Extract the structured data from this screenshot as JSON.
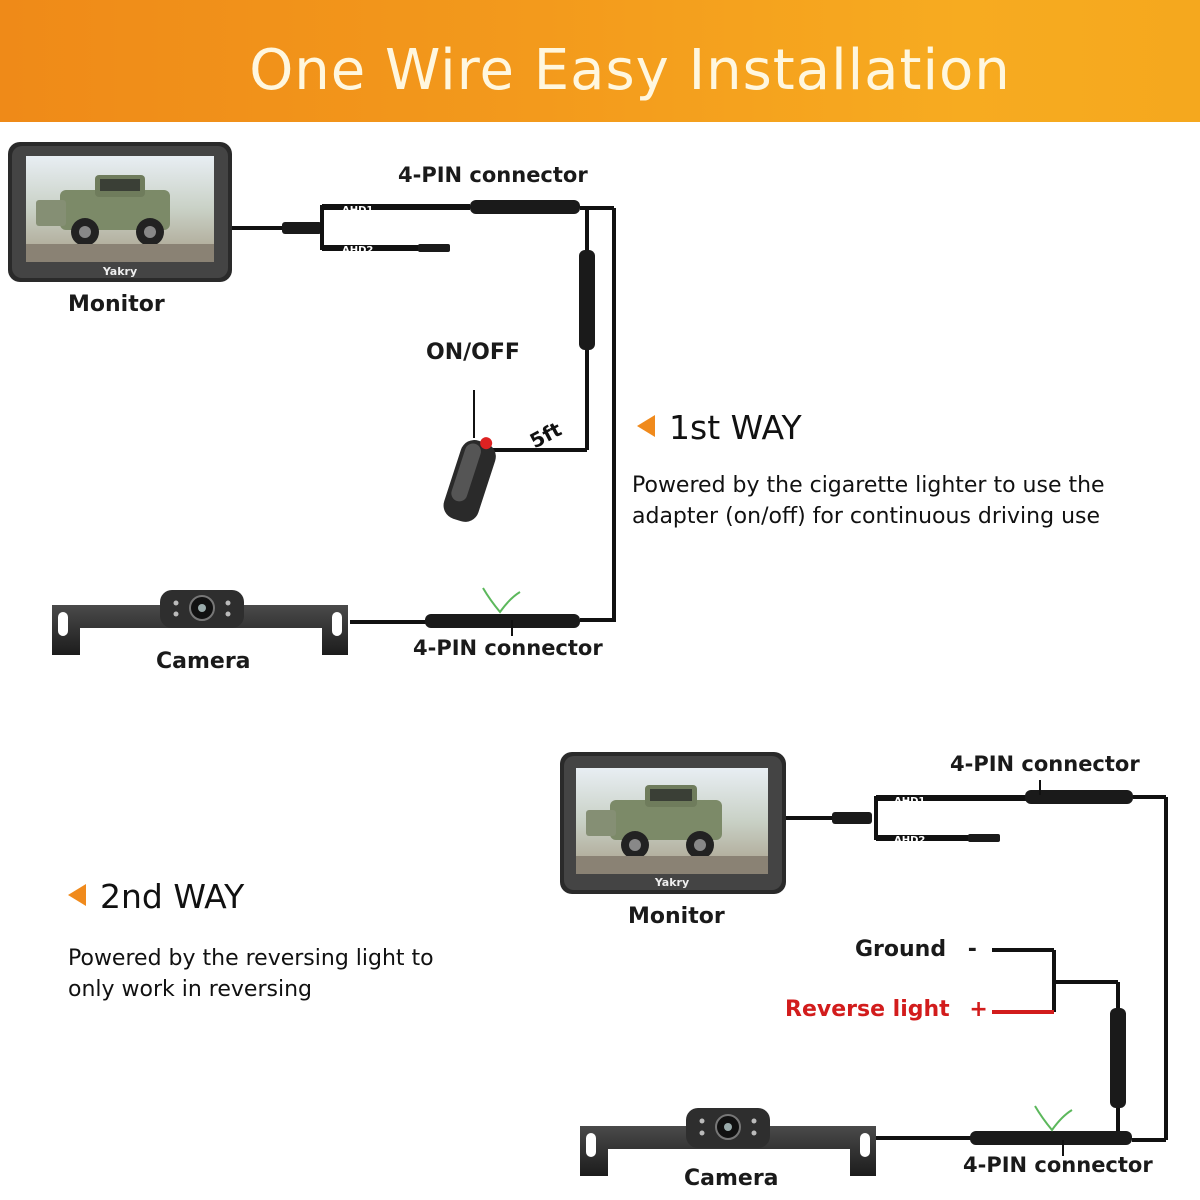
{
  "header": {
    "title": "One Wire Easy Installation"
  },
  "diagram1": {
    "monitor_brand": "Yakry",
    "monitor_label": "Monitor",
    "connector_top_label": "4-PIN connector",
    "ahd1": "AHD1",
    "ahd2": "AHD2",
    "switch_label": "ON/OFF",
    "cable_length": "5ft",
    "camera_label": "Camera",
    "connector_bottom_label": "4-PIN connector"
  },
  "way1": {
    "title": "1st WAY",
    "description_line1": "Powered by the cigarette lighter to use the",
    "description_line2": "adapter (on/off) for continuous driving use"
  },
  "way2": {
    "title": "2nd WAY",
    "description_line1": "Powered by the reversing light to",
    "description_line2": "only work in reversing"
  },
  "diagram2": {
    "monitor_brand": "Yakry",
    "monitor_label": "Monitor",
    "connector_top_label": "4-PIN connector",
    "ahd1": "AHD1",
    "ahd2": "AHD2",
    "ground_label": "Ground",
    "ground_sign": "-",
    "reverse_label": "Reverse light",
    "reverse_sign": "+",
    "camera_label": "Camera",
    "connector_bottom_label": "4-PIN connector"
  },
  "colors": {
    "banner_orange": "#f39a1c",
    "accent_orange": "#f08a1c",
    "reverse_red": "#d21c1c",
    "cable_black": "#111111"
  }
}
